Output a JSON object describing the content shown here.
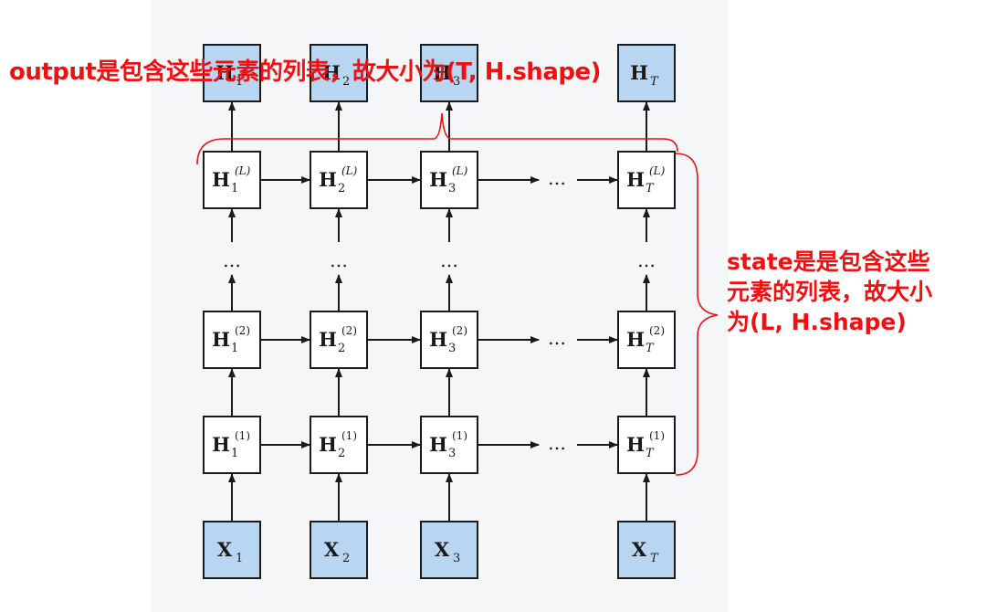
{
  "nodes": {
    "hidden_base": "H",
    "input_base": "X",
    "output_base": "H",
    "column_subscripts": [
      "1",
      "2",
      "3",
      "T"
    ],
    "layer_superscripts": [
      "(1)",
      "(2)",
      "(L)"
    ],
    "ellipsis": "…"
  },
  "annotations": {
    "output_note": "output是包含这些元素的列表，故大小为(T, H.shape)",
    "state_note_lines": [
      "state是是包含这些",
      "元素的列表，故大小",
      "为(L, H.shape)"
    ]
  },
  "colors": {
    "node_fill_io": "#b8d5f2",
    "node_fill_hidden": "#ffffff",
    "stroke": "#1a1a1a",
    "annotation": "#ee1111"
  }
}
